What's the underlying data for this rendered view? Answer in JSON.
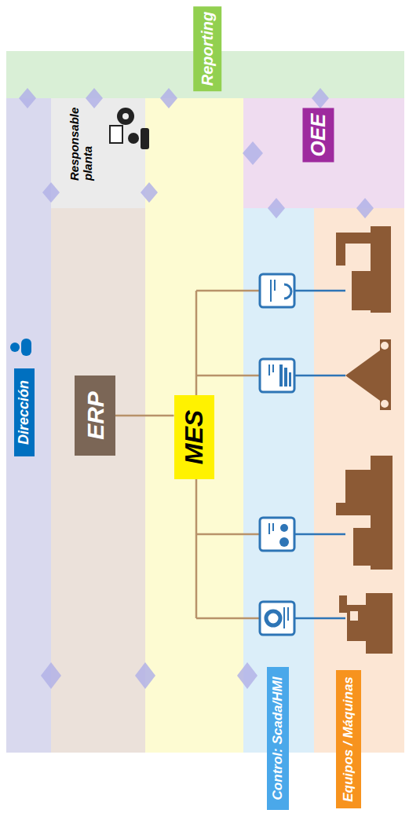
{
  "diagram": {
    "nodes": [
      {
        "text": [
          "Reporting"
        ]
      },
      {
        "text": [
          "Dirección"
        ]
      },
      {
        "text": [
          "Responsable planta"
        ]
      },
      {
        "text": [
          "ERP"
        ]
      },
      {
        "text": [
          "MES"
        ]
      },
      {
        "text": [
          "OEE"
        ]
      },
      {
        "text": [
          "Control: Scada/HMI"
        ]
      },
      {
        "text": [
          "Equipos / Máquinas"
        ]
      }
    ],
    "edges": [
      {
        "from": 3,
        "to": 4,
        "arrow": "none"
      }
    ]
  }
}
